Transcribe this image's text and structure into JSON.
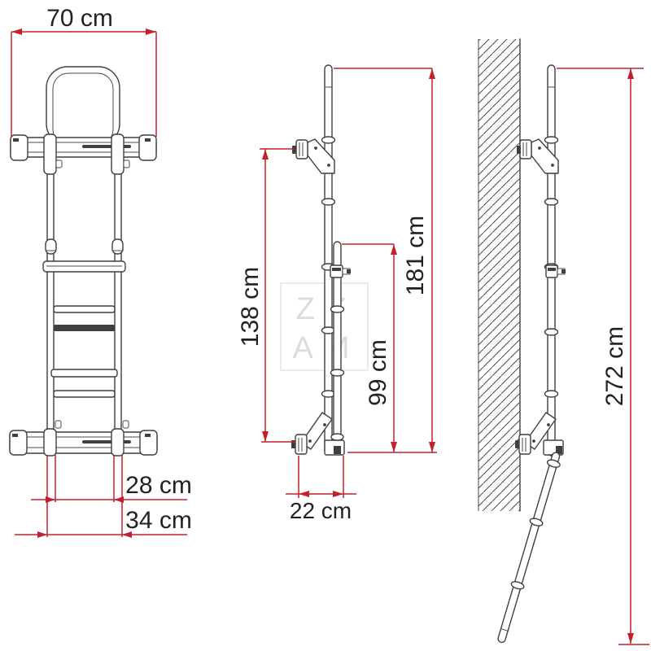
{
  "diagram": {
    "subject": "folding-exterior-ladder-three-view-technical-drawing",
    "watermark": {
      "line1": "ZY",
      "line2": "AM"
    },
    "dimensions": {
      "front_width": "70 cm",
      "rail_spacing_inner": "28 cm",
      "rail_spacing_outer": "34 cm",
      "bracket_distance": "138 cm",
      "extension_section": "99 cm",
      "folded_height": "181 cm",
      "wall_offset": "22 cm",
      "extended_height": "272 cm"
    },
    "colors": {
      "dimension_red": "#c3202a",
      "drawing_gray": "#3f3f3f",
      "watermark_gray": "#dcdcdc"
    }
  }
}
